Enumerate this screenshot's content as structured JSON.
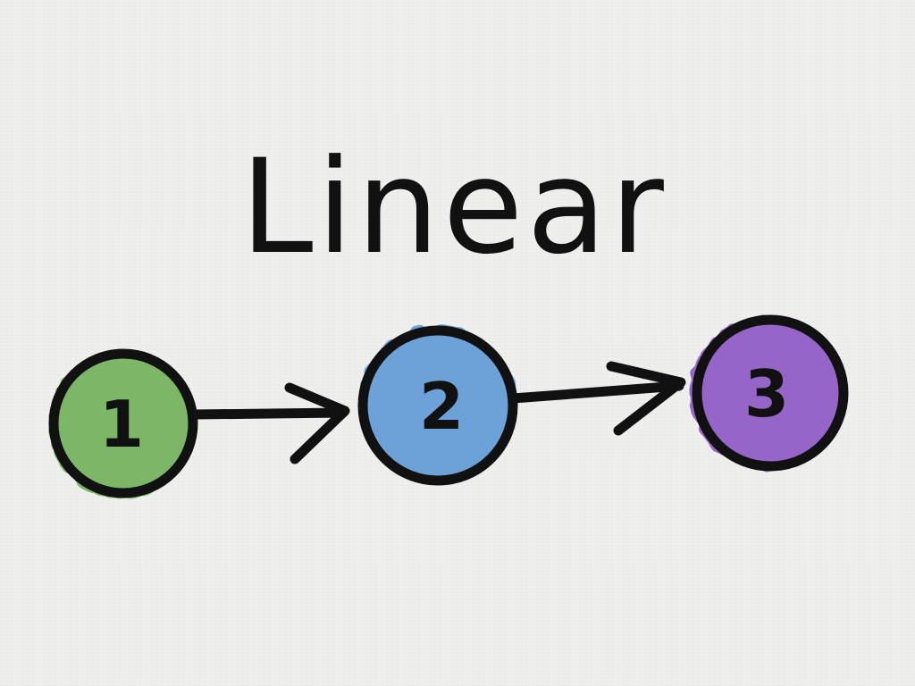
{
  "diagram": {
    "title": "Linear",
    "nodes": [
      {
        "label": "1",
        "color": "#6fb25a"
      },
      {
        "label": "2",
        "color": "#5e9ad6"
      },
      {
        "label": "3",
        "color": "#8b53c4"
      }
    ],
    "edges": [
      {
        "from": "1",
        "to": "2"
      },
      {
        "from": "2",
        "to": "3"
      }
    ],
    "stroke_color": "#111111"
  }
}
